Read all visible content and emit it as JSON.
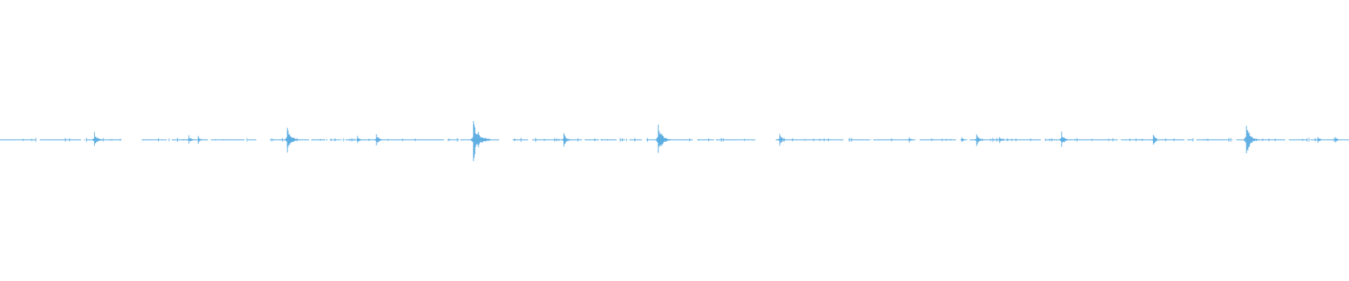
{
  "waveform": {
    "color": "#5dade2",
    "baseline_color": "#5dade2",
    "segments": [
      {
        "start": 0.0,
        "end": 0.09,
        "level": 0.05
      },
      {
        "start": 0.105,
        "end": 0.19,
        "level": 0.05
      },
      {
        "start": 0.2,
        "end": 0.37,
        "level": 0.05
      },
      {
        "start": 0.38,
        "end": 0.56,
        "level": 0.05
      },
      {
        "start": 0.57,
        "end": 0.545,
        "level": 0.0
      },
      {
        "start": 0.575,
        "end": 1.0,
        "level": 0.05
      }
    ],
    "peaks": [
      {
        "pos": 0.07,
        "amp": 0.2
      },
      {
        "pos": 0.14,
        "amp": 0.12
      },
      {
        "pos": 0.147,
        "amp": 0.1
      },
      {
        "pos": 0.213,
        "amp": 0.32
      },
      {
        "pos": 0.265,
        "amp": 0.1
      },
      {
        "pos": 0.279,
        "amp": 0.15
      },
      {
        "pos": 0.351,
        "amp": 0.55
      },
      {
        "pos": 0.418,
        "amp": 0.18
      },
      {
        "pos": 0.488,
        "amp": 0.38
      },
      {
        "pos": 0.578,
        "amp": 0.16
      },
      {
        "pos": 0.674,
        "amp": 0.07
      },
      {
        "pos": 0.713,
        "amp": 0.06
      },
      {
        "pos": 0.724,
        "amp": 0.16
      },
      {
        "pos": 0.741,
        "amp": 0.08
      },
      {
        "pos": 0.787,
        "amp": 0.2
      },
      {
        "pos": 0.855,
        "amp": 0.14
      },
      {
        "pos": 0.924,
        "amp": 0.4
      },
      {
        "pos": 0.977,
        "amp": 0.08
      },
      {
        "pos": 0.99,
        "amp": 0.07
      }
    ]
  }
}
